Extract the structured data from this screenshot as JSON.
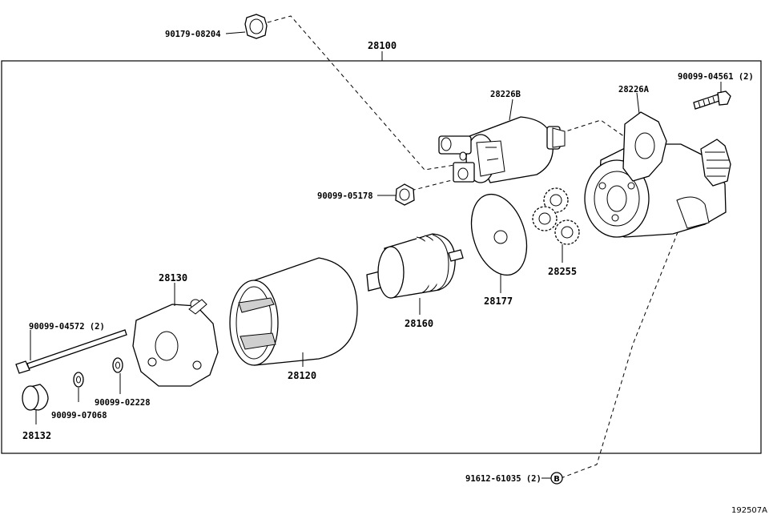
{
  "diagram_ref": "192507A",
  "assembly": {
    "label": "28100"
  },
  "parts": {
    "p90179_08204": "90179-08204",
    "p28226B": "28226B",
    "p28226A": "28226A",
    "p90099_04561": "90099-04561 (2)",
    "p90099_05178": "90099-05178",
    "p28130": "28130",
    "p90099_04572": "90099-04572 (2)",
    "p28120": "28120",
    "p28160": "28160",
    "p28177": "28177",
    "p28255": "28255",
    "p90099_02228": "90099-02228",
    "p90099_07068": "90099-07068",
    "p28132": "28132",
    "p91612_61035": "91612-61035 (2)",
    "callout_b": "B"
  }
}
